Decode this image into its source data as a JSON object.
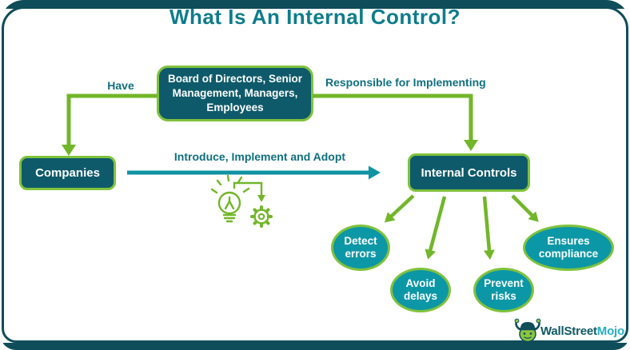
{
  "header": {
    "title": "What Is An Internal Control?"
  },
  "nodes": {
    "board": {
      "label": "Board of Directors, Senior Management, Managers, Employees"
    },
    "companies": {
      "label": "Companies"
    },
    "internal_controls": {
      "label": "Internal Controls"
    }
  },
  "edge_labels": {
    "have": "Have",
    "responsible": "Responsible for Implementing",
    "introduce": "Introduce, Implement and Adopt"
  },
  "outcomes": [
    {
      "lines": [
        "Detect",
        "errors"
      ]
    },
    {
      "lines": [
        "Avoid",
        "delays"
      ]
    },
    {
      "lines": [
        "Prevent",
        "risks"
      ]
    },
    {
      "lines": [
        "Ensures",
        "compliance"
      ]
    }
  ],
  "icons": [
    "lightbulb-icon",
    "gear-icon",
    "wallstreetmojo-mascot-icon"
  ],
  "branding": {
    "logo_part1": "WallStreet",
    "logo_part2": "Mojo"
  },
  "colors": {
    "frame": "#0e4d59",
    "title_text": "#0e7c8c",
    "label_text": "#0f7080",
    "node_fill": "#0e5a6a",
    "node_border": "#80c23c",
    "outcome_fill": "#0c97a7",
    "arrow_green": "#72b629",
    "arrow_teal": "#0f93a3",
    "logo_dark": "#0e5a66",
    "logo_accent": "#27aec5"
  }
}
